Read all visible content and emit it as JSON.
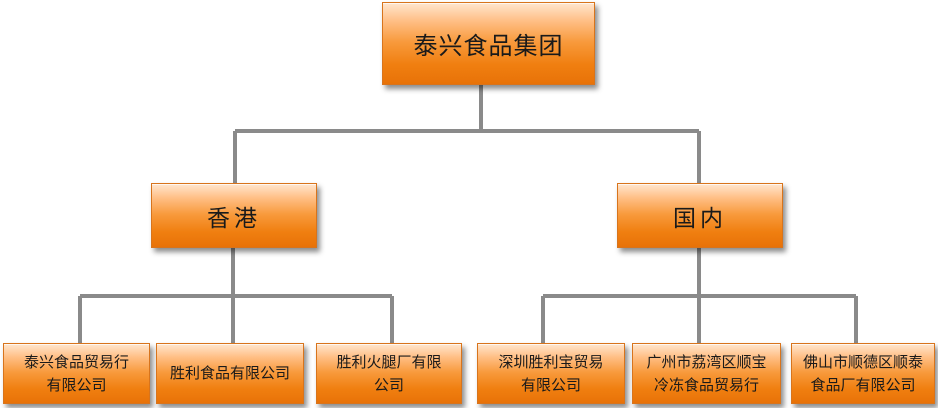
{
  "root": {
    "label": "泰兴食品集团"
  },
  "groups": [
    {
      "label": "香港",
      "companies": [
        {
          "line1": "泰兴食品贸易行",
          "line2": "有限公司"
        },
        {
          "line1": "胜利食品有限公司",
          "line2": ""
        },
        {
          "line1": "胜利火腿厂有限",
          "line2": "公司"
        }
      ]
    },
    {
      "label": "国内",
      "companies": [
        {
          "line1": "深圳胜利宝贸易",
          "line2": "有限公司"
        },
        {
          "line1": "广州市荔湾区顺宝",
          "line2": "冷冻食品贸易行"
        },
        {
          "line1": "佛山市顺德区顺泰",
          "line2": "食品厂有限公司"
        }
      ]
    }
  ],
  "colors": {
    "box_fill_top": "#ffe6cf",
    "box_fill_bottom": "#e87208",
    "connector": "#8a8a8a"
  }
}
